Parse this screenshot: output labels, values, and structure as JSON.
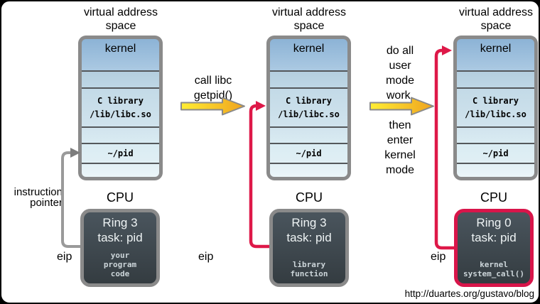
{
  "footer": {
    "url": "http://duartes.org/gustavo/blog"
  },
  "instruction_pointer": {
    "label": "instruction\npointer"
  },
  "transitions": [
    {
      "above": "call libc\ngetpid()",
      "below": ""
    },
    {
      "above": "do all\nuser\nmode\nwork,",
      "below": "then\nenter\nkernel\nmode"
    }
  ],
  "columns": [
    {
      "title": "virtual address\nspace",
      "kernel_label": "kernel",
      "clib_label": "C library\n/lib/libc.so",
      "pid_label": "~/pid",
      "cpu_label": "CPU",
      "ring_label": "Ring 3",
      "task_label": "task: pid",
      "code_label": "your\nprogram\ncode",
      "eip_label": "eip"
    },
    {
      "title": "virtual address\nspace",
      "kernel_label": "kernel",
      "clib_label": "C library\n/lib/libc.so",
      "pid_label": "~/pid",
      "cpu_label": "CPU",
      "ring_label": "Ring 3",
      "task_label": "task: pid",
      "code_label": "library\nfunction",
      "eip_label": "eip"
    },
    {
      "title": "virtual address\nspace",
      "kernel_label": "kernel",
      "clib_label": "C library\n/lib/libc.so",
      "pid_label": "~/pid",
      "cpu_label": "CPU",
      "ring_label": "Ring 0",
      "task_label": "task: pid",
      "code_label": "kernel\nsystem_call()",
      "eip_label": "eip"
    }
  ],
  "colors": {
    "accent_red": "#de1848",
    "ring0_border_red": "#d8154a",
    "pointer_gray": "#9a9a9a",
    "pointer_head_gray": "#7d7d7d",
    "arrow_yellow_start": "#ffee33",
    "arrow_yellow_end": "#efa31f",
    "arrow_outline_gray": "#8a8a8a",
    "box_border_gray": "#8a8a8a",
    "cpu_fill_dark": "#3d474c",
    "kernel_band_blue": "#8cb3d6"
  }
}
